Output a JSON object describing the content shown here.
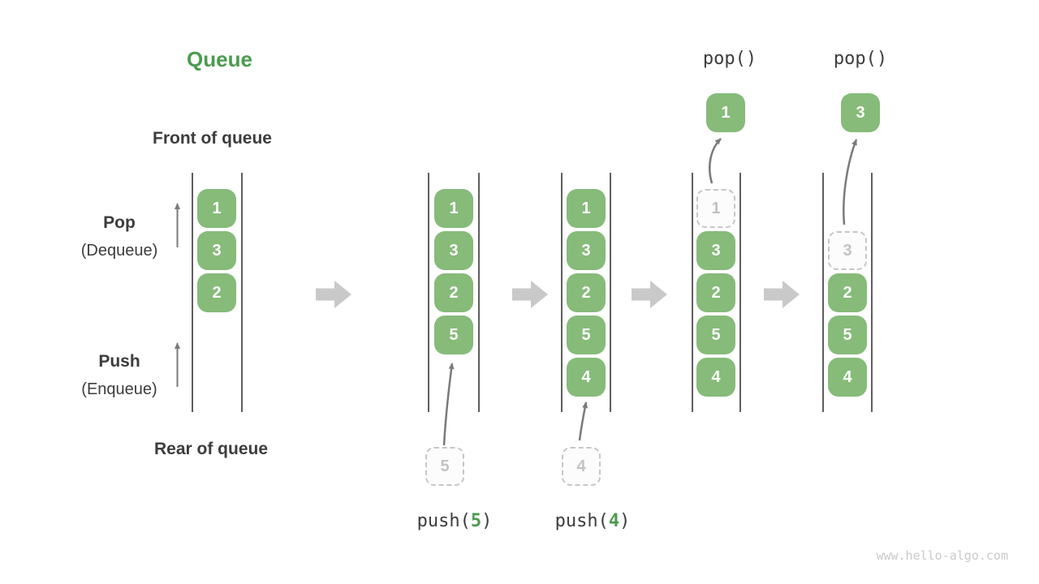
{
  "title": "Queue",
  "labels": {
    "front": "Front of queue",
    "rear": "Rear of queue",
    "pop_main": "Pop",
    "pop_sub": "(Dequeue)",
    "push_main": "Push",
    "push_sub": "(Enqueue)"
  },
  "states": [
    {
      "items": [
        "1",
        "3",
        "2"
      ]
    },
    {
      "items": [
        "1",
        "3",
        "2",
        "5"
      ],
      "incoming": "5",
      "op_fn": "push(",
      "op_arg": "5",
      "op_close": ")"
    },
    {
      "items": [
        "1",
        "3",
        "2",
        "5",
        "4"
      ],
      "incoming": "4",
      "op_fn": "push(",
      "op_arg": "4",
      "op_close": ")"
    },
    {
      "items": [
        "3",
        "2",
        "5",
        "4"
      ],
      "removed": "1",
      "popped": "1",
      "op": "pop()"
    },
    {
      "items": [
        "2",
        "5",
        "4"
      ],
      "removed": "3",
      "popped": "3",
      "op": "pop()"
    }
  ],
  "watermark": "www.hello-algo.com",
  "colors": {
    "box_green": "#86bb79",
    "accent_green": "#4b9b4e",
    "text_dark": "#3c3c3c",
    "arrow_gray": "#7a7a7a",
    "transition_arrow_gray": "#c9c9c9",
    "dashed_border_gray": "#c6c6c6",
    "rail_gray": "#5f5f5f"
  }
}
